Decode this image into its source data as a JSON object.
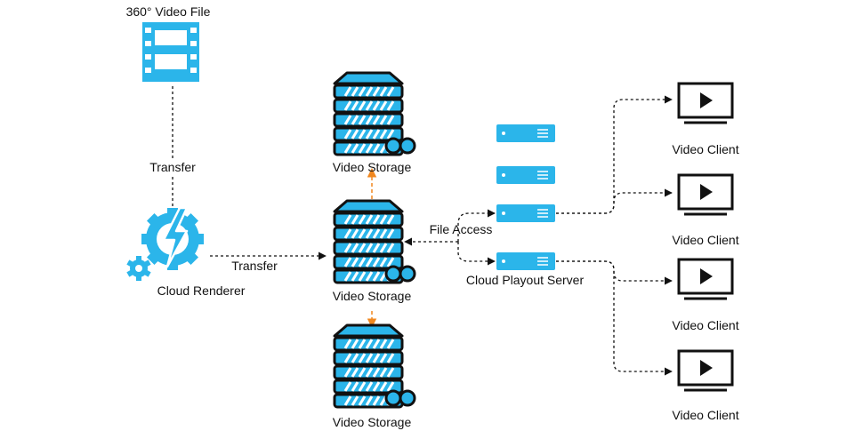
{
  "colors": {
    "accent": "#2bb5ea",
    "outline": "#111111",
    "orange_link": "#f0871f",
    "background": "#ffffff"
  },
  "nodes": {
    "video_file": {
      "label": "360° Video File",
      "icon": "film-strip-icon"
    },
    "cloud_renderer": {
      "label": "Cloud Renderer",
      "icon": "gear-lightning-icon"
    },
    "storage_top": {
      "label": "Video Storage",
      "icon": "server-rack-icon"
    },
    "storage_mid": {
      "label": "Video Storage",
      "icon": "server-rack-icon"
    },
    "storage_bottom": {
      "label": "Video Storage",
      "icon": "server-rack-icon"
    },
    "playout": {
      "label": "Cloud Playout Server",
      "icon": "server-unit-icon"
    },
    "clients": [
      {
        "label": "Video Client",
        "icon": "monitor-play-icon"
      },
      {
        "label": "Video Client",
        "icon": "monitor-play-icon"
      },
      {
        "label": "Video Client",
        "icon": "monitor-play-icon"
      },
      {
        "label": "Video Client",
        "icon": "monitor-play-icon"
      }
    ]
  },
  "edges": {
    "file_to_renderer": "Transfer",
    "renderer_to_storage": "Transfer",
    "file_access": "File Access"
  }
}
